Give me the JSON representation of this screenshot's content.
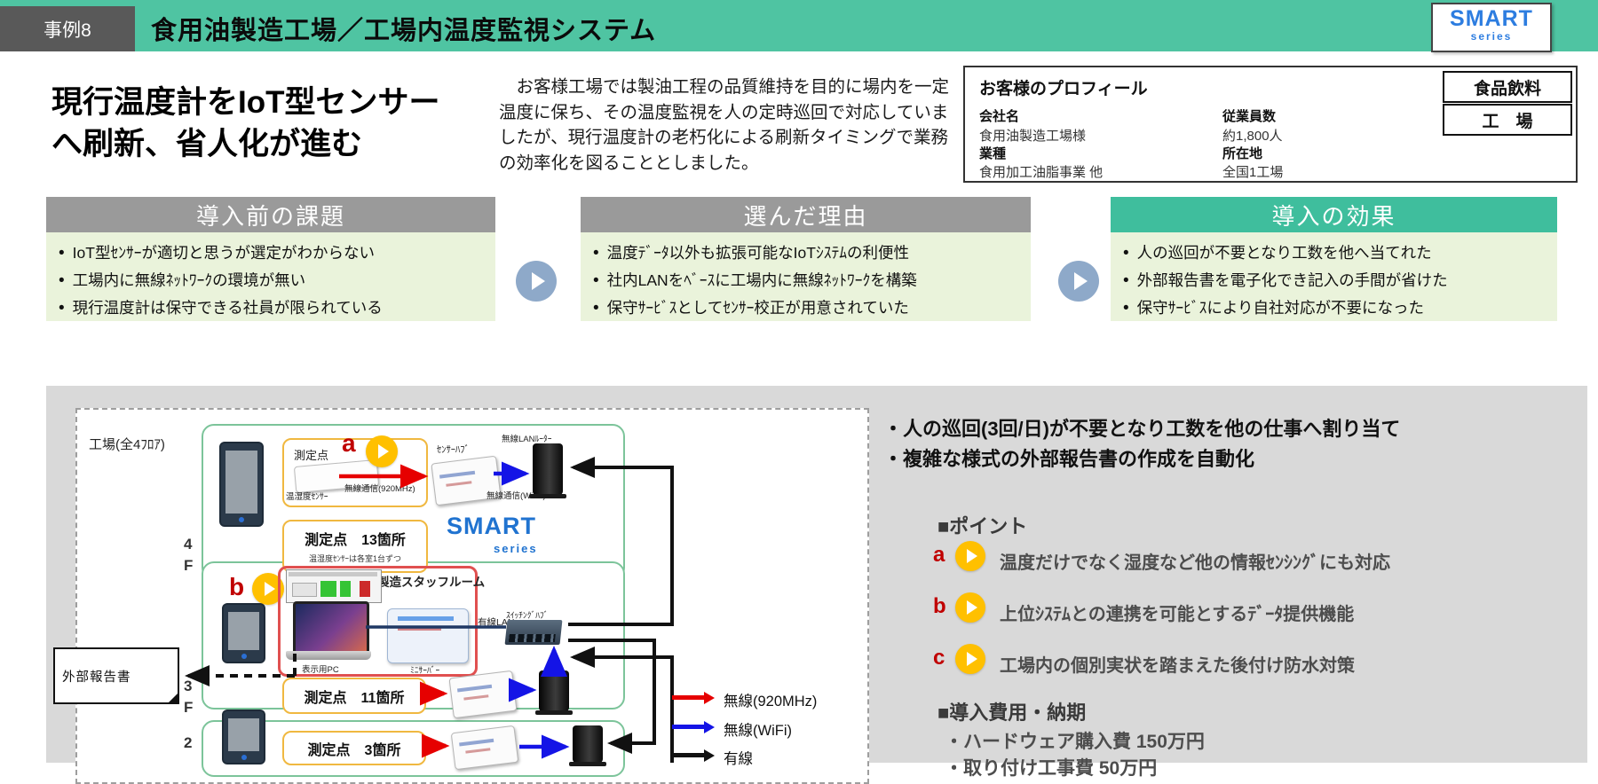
{
  "colors": {
    "teal_bar": "#4FC4A2",
    "teal_header": "#3FBE9D",
    "gray_header": "#9A9A9A",
    "dark_chip": "#595959",
    "light_green": "#EAF3DB",
    "panel_gray": "#D9D9D9",
    "accent_yellow": "#FFC000",
    "accent_red": "#E60000",
    "accent_blue": "#1414E6",
    "steel_arrow": "#8EA9C9",
    "brand_blue": "#2D7DE0"
  },
  "header": {
    "case_label": "事例8",
    "title": "食用油製造工場／工場内温度監視システム",
    "logo_main": "SMART",
    "logo_sub": "series"
  },
  "lead": {
    "headline_line1": "現行温度計をIoT型センサー",
    "headline_line2": "へ刷新、省人化が進む",
    "paragraph": "　お客様工場では製油工程の品質維持を目的に場内を一定温度に保ち、その温度監視を人の定時巡回で対応していましたが、現行温度計の老朽化による刷新タイミングで業務の効率化を図ることとしました。"
  },
  "profile": {
    "title": "お客様のプロフィール",
    "tags": [
      "食品飲料",
      "工　場"
    ],
    "fields": [
      {
        "label": "会社名",
        "value": "食用油製造工場様"
      },
      {
        "label": "従業員数",
        "value": "約1,800人"
      },
      {
        "label": "業種",
        "value": "食用加工油脂事業 他"
      },
      {
        "label": "所在地",
        "value": "全国1工場"
      }
    ]
  },
  "columns": [
    {
      "title": "導入前の課題",
      "items": [
        "IoT型ｾﾝｻｰが適切と思うが選定がわからない",
        "工場内に無線ﾈｯﾄﾜｰｸの環境が無い",
        "現行温度計は保守できる社員が限られている"
      ]
    },
    {
      "title": "選んだ理由",
      "items": [
        "温度ﾃﾞｰﾀ以外も拡張可能なIoTｼｽﾃﾑの利便性",
        "社内LANをﾍﾞｰｽに工場内に無線ﾈｯﾄﾜｰｸを構築",
        "保守ｻｰﾋﾞｽとしてｾﾝｻｰ校正が用意されていた"
      ]
    },
    {
      "title": "導入の効果",
      "items": [
        "人の巡回が不要となり工数を他へ当てれた",
        "外部報告書を電子化でき記入の手間が省けた",
        "保守ｻｰﾋﾞｽにより自社対応が不要になった"
      ]
    }
  ],
  "diagram": {
    "factory_label": "工場(全4ﾌﾛｱ)",
    "floor_labels": [
      "4",
      "F",
      "3",
      "F",
      "2"
    ],
    "floor4": {
      "marker": "a",
      "measure_label": "測定点",
      "sensor_label": "温湿度ｾﾝｻｰ",
      "radio920_label": "無線通信(920MHz)",
      "hub_label": "ｾﾝｻｰﾊﾌﾞ",
      "wifi_label": "無線通信(Wi-Fi)",
      "router_label": "無線LANﾙｰﾀｰ",
      "points_label": "測定点　13箇所",
      "points_note": "温湿度ｾﾝｻｰは各室1台ずつ",
      "logo_main": "SMART",
      "logo_sub": "series"
    },
    "floor3": {
      "marker": "b",
      "room_label": "製造スタッフルーム",
      "pc_label": "表示用PC",
      "server_label": "ﾐﾆｻｰﾊﾞｰ",
      "lan_label": "有線LAN",
      "switch_label": "ｽｲｯﾁﾝｸﾞﾊﾌﾞ",
      "points_label": "測定点　11箇所",
      "report_label": "外部報告書"
    },
    "floor2": {
      "points_label": "測定点　3箇所"
    },
    "legend": [
      {
        "label": "無線(920MHz)"
      },
      {
        "label": "無線(WiFi)"
      },
      {
        "label": "有線"
      }
    ]
  },
  "results": {
    "highlights": [
      "・人の巡回(3回/日)が不要となり工数を他の仕事へ割り当て",
      "・複雑な様式の外部報告書の作成を自動化"
    ],
    "points_title": "■ポイント",
    "points": [
      {
        "key": "a",
        "text": "温度だけでなく湿度など他の情報ｾﾝｼﾝｸﾞにも対応"
      },
      {
        "key": "b",
        "text": "上位ｼｽﾃﾑとの連携を可能とするﾃﾞｰﾀ提供機能"
      },
      {
        "key": "c",
        "text": "工場内の個別実状を踏まえた後付け防水対策"
      }
    ],
    "cost_title": "■導入費用・納期",
    "costs": [
      "・ハードウェア購入費 150万円",
      "・取り付け工事費 50万円"
    ]
  }
}
